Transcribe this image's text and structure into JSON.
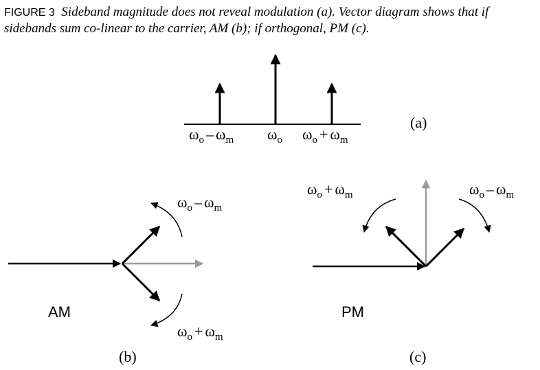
{
  "caption": {
    "label": "FIGURE 3",
    "text": "Sideband magnitude does not reveal modulation (a). Vector diagram shows that if sidebands sum co-linear to the carrier, AM (b); if orthogonal, PM (c)."
  },
  "symbols": {
    "omega": "ω",
    "o": "o",
    "m": "m",
    "minus": "–",
    "plus": "+"
  },
  "panel_a": {
    "label": "(a)"
  },
  "panel_b": {
    "label": "(b)",
    "mode": "AM"
  },
  "panel_c": {
    "label": "(c)",
    "mode": "PM"
  },
  "colors": {
    "ink": "#000000",
    "carrier_grey": "#9a9a9a"
  }
}
